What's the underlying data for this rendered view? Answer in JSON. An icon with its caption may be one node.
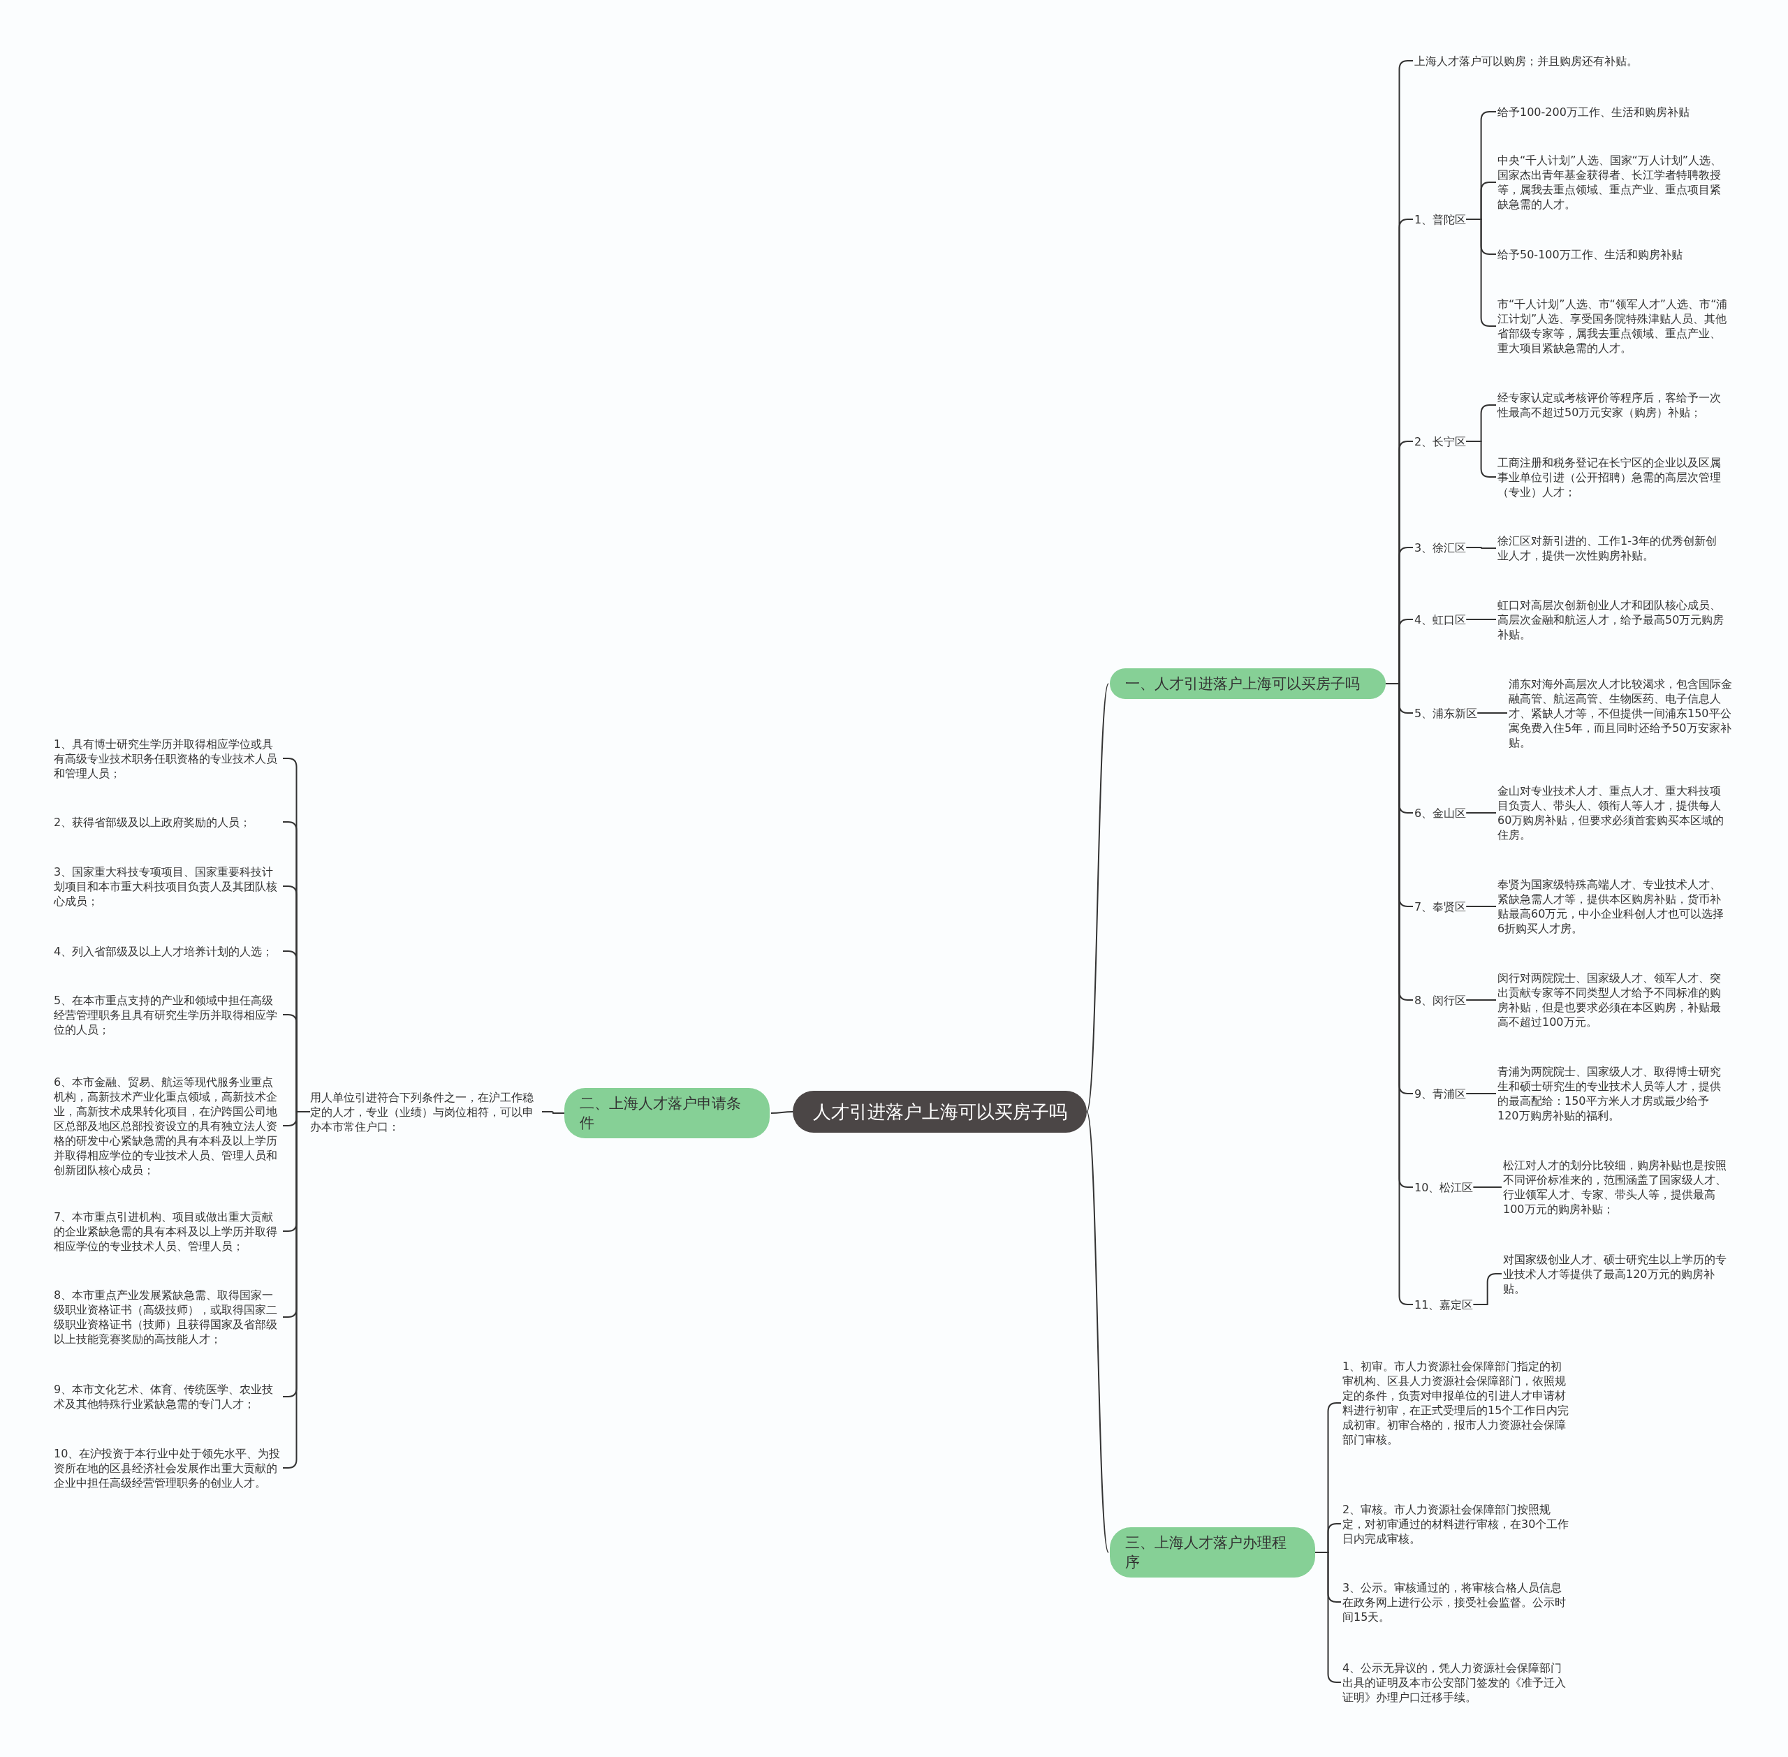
{
  "diagram": {
    "nodes": [
      {
        "text": [
          "人才引进落户上海可以买房子吗"
        ]
      },
      {
        "text": [
          "一、人才引进落户上海可以买房子吗"
        ]
      },
      {
        "text": [
          "上海人才落户可以购房；并且购房还有补贴。"
        ]
      },
      {
        "text": [
          "1、普陀区"
        ]
      },
      {
        "text": [
          "给予100-200万工作、生活和购房补贴"
        ]
      },
      {
        "text": [
          "中央“千人计划”人选、国家“万人计划”人选、国家杰出青年基金获得者、长江学者特聘教授等，属我去重点领域、重点产业、重点项目紧缺急需的人才。"
        ]
      },
      {
        "text": [
          "给予50-100万工作、生活和购房补贴"
        ]
      },
      {
        "text": [
          "市“千人计划”人选、市“领军人才”人选、市“浦江计划”人选、享受国务院特殊津贴人员、其他省部级专家等，属我去重点领域、重点产业、重大项目紧缺急需的人才。"
        ]
      },
      {
        "text": [
          "2、长宁区"
        ]
      },
      {
        "text": [
          "经专家认定或考核评价等程序后，客给予一次性最高不超过50万元安家（购房）补贴；"
        ]
      },
      {
        "text": [
          "工商注册和税务登记在长宁区的企业以及区属事业单位引进（公开招聘）急需的高层次管理（专业）人才；"
        ]
      },
      {
        "text": [
          "3、徐汇区"
        ]
      },
      {
        "text": [
          "徐汇区对新引进的、工作1-3年的优秀创新创业人才，提供一次性购房补贴。"
        ]
      },
      {
        "text": [
          "4、虹口区"
        ]
      },
      {
        "text": [
          "虹口对高层次创新创业人才和团队核心成员、高层次金融和航运人才，给予最高50万元购房补贴。"
        ]
      },
      {
        "text": [
          "5、浦东新区"
        ]
      },
      {
        "text": [
          "浦东对海外高层次人才比较渴求，包含国际金融高管、航运高管、生物医药、电子信息人才、紧缺人才等，不但提供一间浦东150平公寓免费入住5年，而且同时还给予50万安家补贴。"
        ]
      },
      {
        "text": [
          "6、金山区"
        ]
      },
      {
        "text": [
          "金山对专业技术人才、重点人才、重大科技项目负责人、带头人、领衔人等人才，提供每人60万购房补贴，但要求必须首套购买本区域的住房。"
        ]
      },
      {
        "text": [
          "7、奉贤区"
        ]
      },
      {
        "text": [
          "奉贤为国家级特殊高端人才、专业技术人才、紧缺急需人才等，提供本区购房补贴，货币补贴最高60万元，中小企业科创人才也可以选择6折购买人才房。"
        ]
      },
      {
        "text": [
          "8、闵行区"
        ]
      },
      {
        "text": [
          "闵行对两院院士、国家级人才、领军人才、突出贡献专家等不同类型人才给予不同标准的购房补贴，但是也要求必须在本区购房，补贴最高不超过100万元。"
        ]
      },
      {
        "text": [
          "9、青浦区"
        ]
      },
      {
        "text": [
          "青浦为两院院士、国家级人才、取得博士研究生和硕士研究生的专业技术人员等人才，提供的最高配给：150平方米人才房或最少给予120万购房补贴的福利。"
        ]
      },
      {
        "text": [
          "10、松江区"
        ]
      },
      {
        "text": [
          "松江对人才的划分比较细，购房补贴也是按照不同评价标准来的，范围涵盖了国家级人才、行业领军人才、专家、带头人等，提供最高100万元的购房补贴；"
        ]
      },
      {
        "text": [
          "11、嘉定区"
        ]
      },
      {
        "text": [
          "对国家级创业人才、硕士研究生以上学历的专业技术人才等提供了最高120万元的购房补贴。"
        ]
      },
      {
        "text": [
          "二、上海人才落户申请条件"
        ]
      },
      {
        "text": [
          "用人单位引进符合下列条件之一，在沪工作稳定的人才，专业（业绩）与岗位相符，可以申办本市常住户口："
        ]
      },
      {
        "text": [
          "1、具有博士研究生学历并取得相应学位或具有高级专业技术职务任职资格的专业技术人员和管理人员；"
        ]
      },
      {
        "text": [
          "2、获得省部级及以上政府奖励的人员；"
        ]
      },
      {
        "text": [
          "3、国家重大科技专项项目、国家重要科技计划项目和本市重大科技项目负责人及其团队核心成员；"
        ]
      },
      {
        "text": [
          "4、列入省部级及以上人才培养计划的人选；"
        ]
      },
      {
        "text": [
          "5、在本市重点支持的产业和领域中担任高级经营管理职务且具有研究生学历并取得相应学位的人员；"
        ]
      },
      {
        "text": [
          "6、本市金融、贸易、航运等现代服务业重点机构，高新技术产业化重点领域，高新技术企业，高新技术成果转化项目，在沪跨国公司地区总部及地区总部投资设立的具有独立法人资格的研发中心紧缺急需的具有本科及以上学历并取得相应学位的专业技术人员、管理人员和创新团队核心成员；"
        ]
      },
      {
        "text": [
          "7、本市重点引进机构、项目或做出重大贡献的企业紧缺急需的具有本科及以上学历并取得相应学位的专业技术人员、管理人员；"
        ]
      },
      {
        "text": [
          "8、本市重点产业发展紧缺急需、取得国家一级职业资格证书（高级技师），或取得国家二级职业资格证书（技师）且获得国家及省部级以上技能竞赛奖励的高技能人才；"
        ]
      },
      {
        "text": [
          "9、本市文化艺术、体育、传统医学、农业技术及其他特殊行业紧缺急需的专门人才；"
        ]
      },
      {
        "text": [
          "10、在沪投资于本行业中处于领先水平、为投资所在地的区县经济社会发展作出重大贡献的企业中担任高级经营管理职务的创业人才。"
        ]
      },
      {
        "text": [
          "三、上海人才落户办理程序"
        ]
      },
      {
        "text": [
          "1、初审。市人力资源社会保障部门指定的初审机构、区县人力资源社会保障部门，依照规定的条件，负责对申报单位的引进人才申请材料进行初审，在正式受理后的15个工作日内完成初审。初审合格的，报市人力资源社会保障部门审核。"
        ]
      },
      {
        "text": [
          "2、审核。市人力资源社会保障部门按照规定，对初审通过的材料进行审核，在30个工作日内完成审核。"
        ]
      },
      {
        "text": [
          "3、公示。审核通过的，将审核合格人员信息在政务网上进行公示，接受社会监督。公示时间15天。"
        ]
      },
      {
        "text": [
          "4、公示无异议的，凭人力资源社会保障部门出具的证明及本市公安部门签发的《准予迁入证明》办理户口迁移手续。"
        ]
      }
    ],
    "edges": [
      {
        "from": 0,
        "to": 1,
        "arrow": "none"
      },
      {
        "from": 1,
        "to": 2,
        "arrow": "none"
      },
      {
        "from": 1,
        "to": 3,
        "arrow": "none"
      },
      {
        "from": 3,
        "to": 4,
        "arrow": "none"
      },
      {
        "from": 3,
        "to": 5,
        "arrow": "none"
      },
      {
        "from": 3,
        "to": 6,
        "arrow": "none"
      },
      {
        "from": 3,
        "to": 7,
        "arrow": "none"
      },
      {
        "from": 1,
        "to": 8,
        "arrow": "none"
      },
      {
        "from": 8,
        "to": 9,
        "arrow": "none"
      },
      {
        "from": 8,
        "to": 10,
        "arrow": "none"
      },
      {
        "from": 1,
        "to": 11,
        "arrow": "none"
      },
      {
        "from": 11,
        "to": 12,
        "arrow": "none"
      },
      {
        "from": 1,
        "to": 13,
        "arrow": "none"
      },
      {
        "from": 13,
        "to": 14,
        "arrow": "none"
      },
      {
        "from": 1,
        "to": 15,
        "arrow": "none"
      },
      {
        "from": 15,
        "to": 16,
        "arrow": "none"
      },
      {
        "from": 1,
        "to": 17,
        "arrow": "none"
      },
      {
        "from": 17,
        "to": 18,
        "arrow": "none"
      },
      {
        "from": 1,
        "to": 19,
        "arrow": "none"
      },
      {
        "from": 19,
        "to": 20,
        "arrow": "none"
      },
      {
        "from": 1,
        "to": 21,
        "arrow": "none"
      },
      {
        "from": 21,
        "to": 22,
        "arrow": "none"
      },
      {
        "from": 1,
        "to": 23,
        "arrow": "none"
      },
      {
        "from": 23,
        "to": 24,
        "arrow": "none"
      },
      {
        "from": 1,
        "to": 25,
        "arrow": "none"
      },
      {
        "from": 25,
        "to": 26,
        "arrow": "none"
      },
      {
        "from": 1,
        "to": 27,
        "arrow": "none"
      },
      {
        "from": 27,
        "to": 28,
        "arrow": "none"
      },
      {
        "from": 0,
        "to": 29,
        "arrow": "none"
      },
      {
        "from": 29,
        "to": 30,
        "arrow": "none"
      },
      {
        "from": 30,
        "to": 31,
        "arrow": "none"
      },
      {
        "from": 30,
        "to": 32,
        "arrow": "none"
      },
      {
        "from": 30,
        "to": 33,
        "arrow": "none"
      },
      {
        "from": 30,
        "to": 34,
        "arrow": "none"
      },
      {
        "from": 30,
        "to": 35,
        "arrow": "none"
      },
      {
        "from": 30,
        "to": 36,
        "arrow": "none"
      },
      {
        "from": 30,
        "to": 37,
        "arrow": "none"
      },
      {
        "from": 30,
        "to": 38,
        "arrow": "none"
      },
      {
        "from": 30,
        "to": 39,
        "arrow": "none"
      },
      {
        "from": 30,
        "to": 40,
        "arrow": "none"
      },
      {
        "from": 0,
        "to": 41,
        "arrow": "none"
      },
      {
        "from": 41,
        "to": 42,
        "arrow": "none"
      },
      {
        "from": 41,
        "to": 43,
        "arrow": "none"
      },
      {
        "from": 41,
        "to": 44,
        "arrow": "none"
      },
      {
        "from": 41,
        "to": 45,
        "arrow": "none"
      }
    ]
  }
}
